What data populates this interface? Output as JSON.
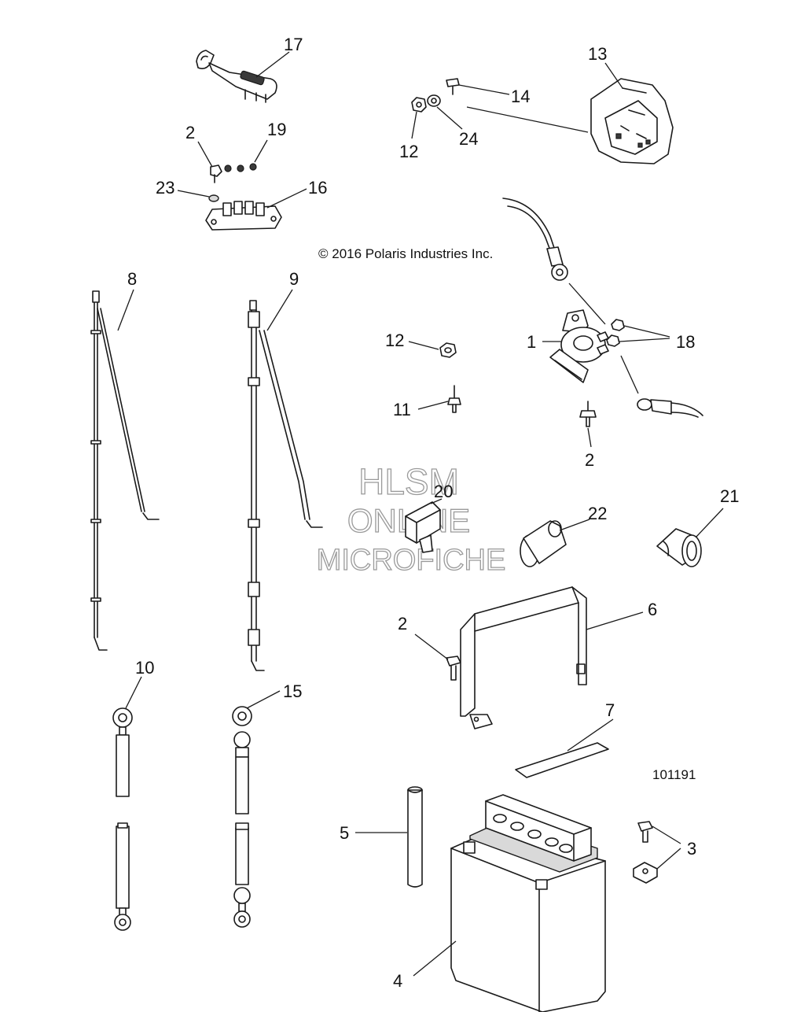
{
  "copyright": "© 2016 Polaris Industries Inc.",
  "figure_number": "101191",
  "watermark": {
    "line1": "HLSM",
    "line2": "ONLINE",
    "line3": "MICROFICHE"
  },
  "callouts": {
    "c17": "17",
    "c2a": "2",
    "c19": "19",
    "c23": "23",
    "c16": "16",
    "c13": "13",
    "c14": "14",
    "c12a": "12",
    "c24": "24",
    "c8": "8",
    "c9": "9",
    "c12b": "12",
    "c11": "11",
    "c1": "1",
    "c18": "18",
    "c2b": "2",
    "c20": "20",
    "c22": "22",
    "c21": "21",
    "c2c": "2",
    "c6": "6",
    "c10": "10",
    "c15": "15",
    "c7": "7",
    "c5": "5",
    "c3": "3",
    "c4": "4"
  }
}
